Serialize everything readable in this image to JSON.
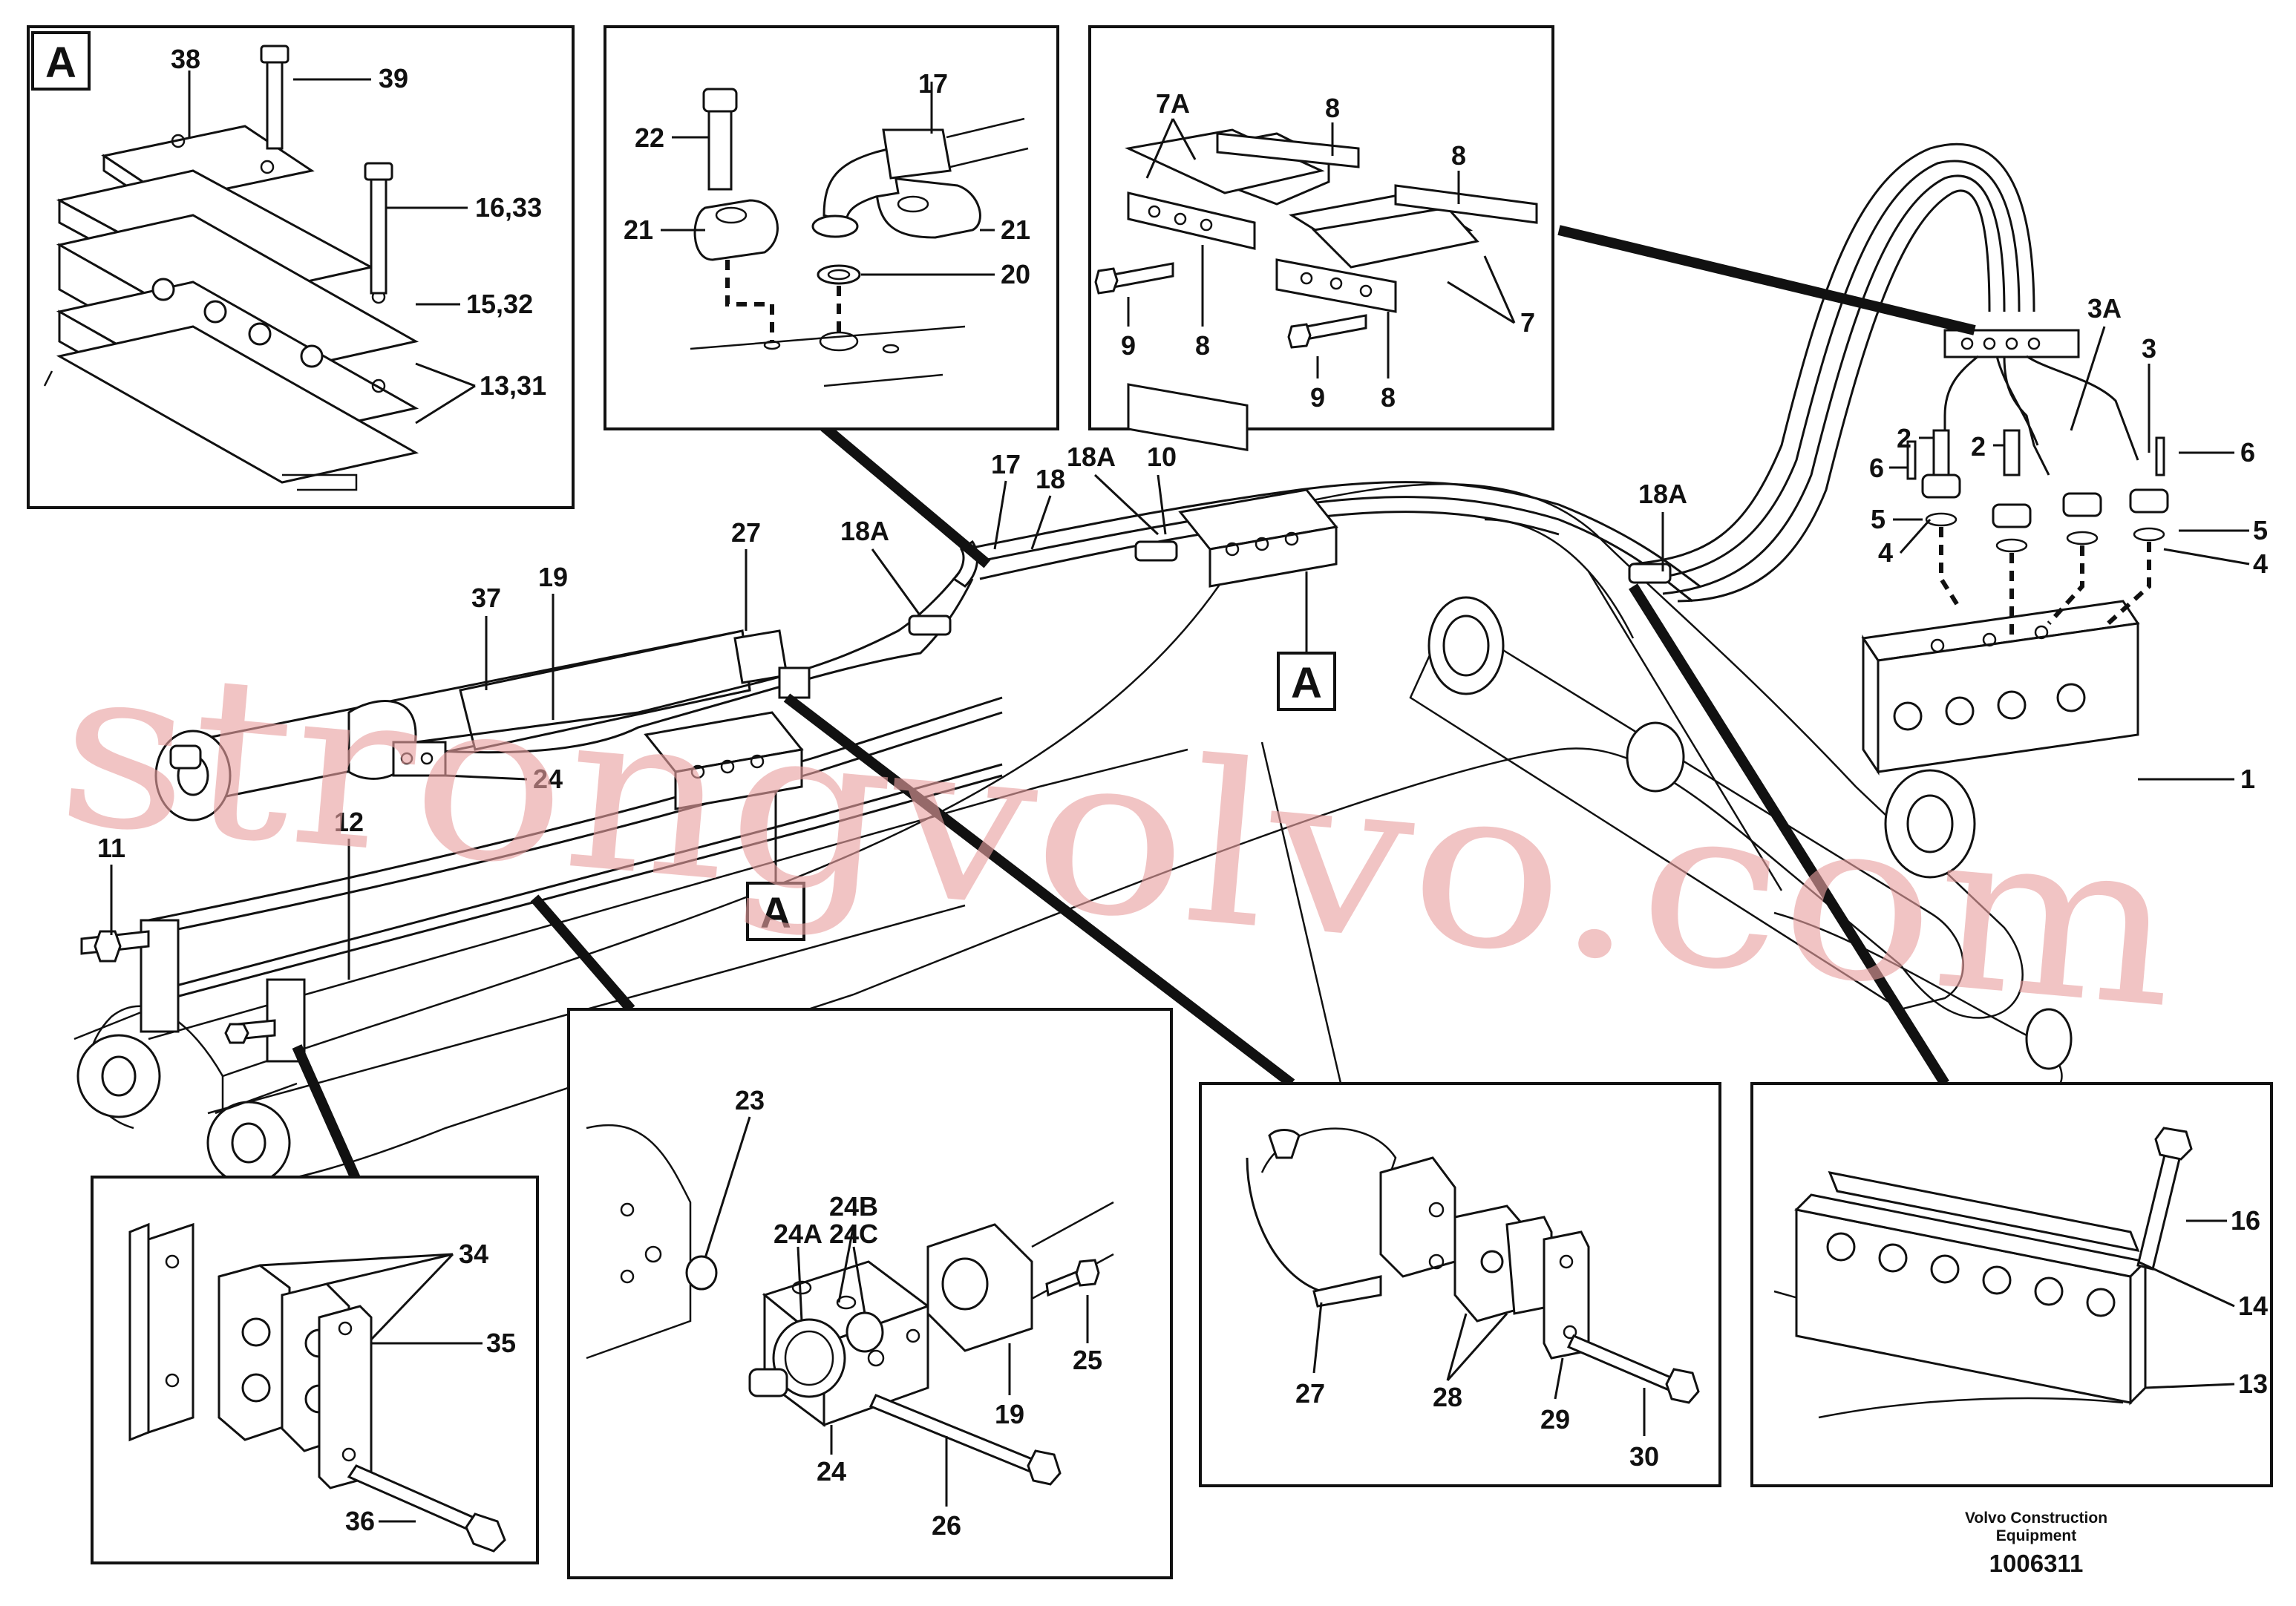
{
  "diagram": {
    "part_labels": {
      "d_38": "38",
      "d_39": "39",
      "d_16_33": "16,33",
      "d_15_32": "15,32",
      "d_13_31": "13,31",
      "d_22": "22",
      "d_17_inset": "17",
      "d_21_left": "21",
      "d_21_right": "21",
      "d_20": "20",
      "d_7A": "7A",
      "d_8_a": "8",
      "d_8_b": "8",
      "d_8_c": "8",
      "d_8_d": "8",
      "d_9_a": "9",
      "d_9_b": "9",
      "d_7": "7",
      "d_3A": "3A",
      "d_3": "3",
      "d_2_a": "2",
      "d_2_b": "2",
      "d_6_a": "6",
      "d_6_b": "6",
      "d_5_a": "5",
      "d_5_b": "5",
      "d_4_a": "4",
      "d_4_b": "4",
      "d_1": "1",
      "d_18A_a": "18A",
      "d_18A_b": "18A",
      "d_18A_c": "18A",
      "d_17_main": "17",
      "d_18": "18",
      "d_10": "10",
      "d_27_main": "27",
      "d_37": "37",
      "d_19_main": "19",
      "d_24_main": "24",
      "d_11": "11",
      "d_12": "12",
      "d_34": "34",
      "d_35": "35",
      "d_36": "36",
      "d_23": "23",
      "d_24B": "24B",
      "d_24C": "24C",
      "d_24A": "24A",
      "d_25": "25",
      "d_19_inset": "19",
      "d_24_inset": "24",
      "d_26": "26",
      "d_27_inset": "27",
      "d_28": "28",
      "d_29": "29",
      "d_30": "30",
      "d_16": "16",
      "d_14": "14",
      "d_13": "13"
    },
    "view_tags": {
      "inset": "A",
      "main_upper": "A",
      "main_lower": "A"
    },
    "watermark": "strongvolvo.com",
    "footer": {
      "company": "Volvo Construction",
      "company2": "Equipment",
      "drawing_number": "1006311"
    },
    "colors": {
      "line": "#111111",
      "watermark": "#e8a0a0",
      "background": "#ffffff"
    }
  }
}
